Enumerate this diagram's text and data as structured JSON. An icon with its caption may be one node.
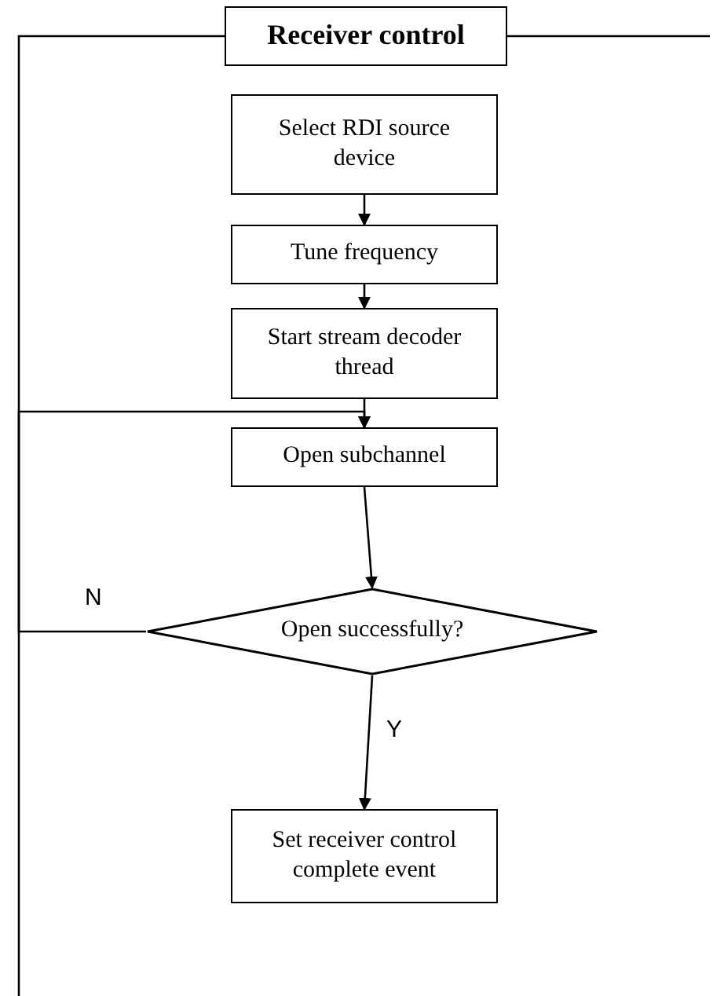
{
  "diagram": {
    "nodes": [
      {
        "text": [
          "Receiver control"
        ]
      },
      {
        "text": [
          "Select RDI source device"
        ]
      },
      {
        "text": [
          "Tune frequency"
        ]
      },
      {
        "text": [
          "Start stream decoder thread"
        ]
      },
      {
        "text": [
          "Open subchannel"
        ]
      },
      {
        "text": [
          "Open successfully?"
        ]
      },
      {
        "text": [
          "Set receiver control complete event"
        ]
      }
    ],
    "edges": [
      {
        "from": 1,
        "to": 2,
        "arrow": "to"
      },
      {
        "from": 2,
        "to": 3,
        "arrow": "to"
      },
      {
        "from": 3,
        "to": 4,
        "arrow": "to"
      },
      {
        "from": 4,
        "to": 5,
        "arrow": "to"
      },
      {
        "from": 5,
        "to": 4,
        "arrow": "to",
        "label": "N"
      },
      {
        "from": 5,
        "to": 6,
        "arrow": "to",
        "label": "Y"
      }
    ]
  }
}
